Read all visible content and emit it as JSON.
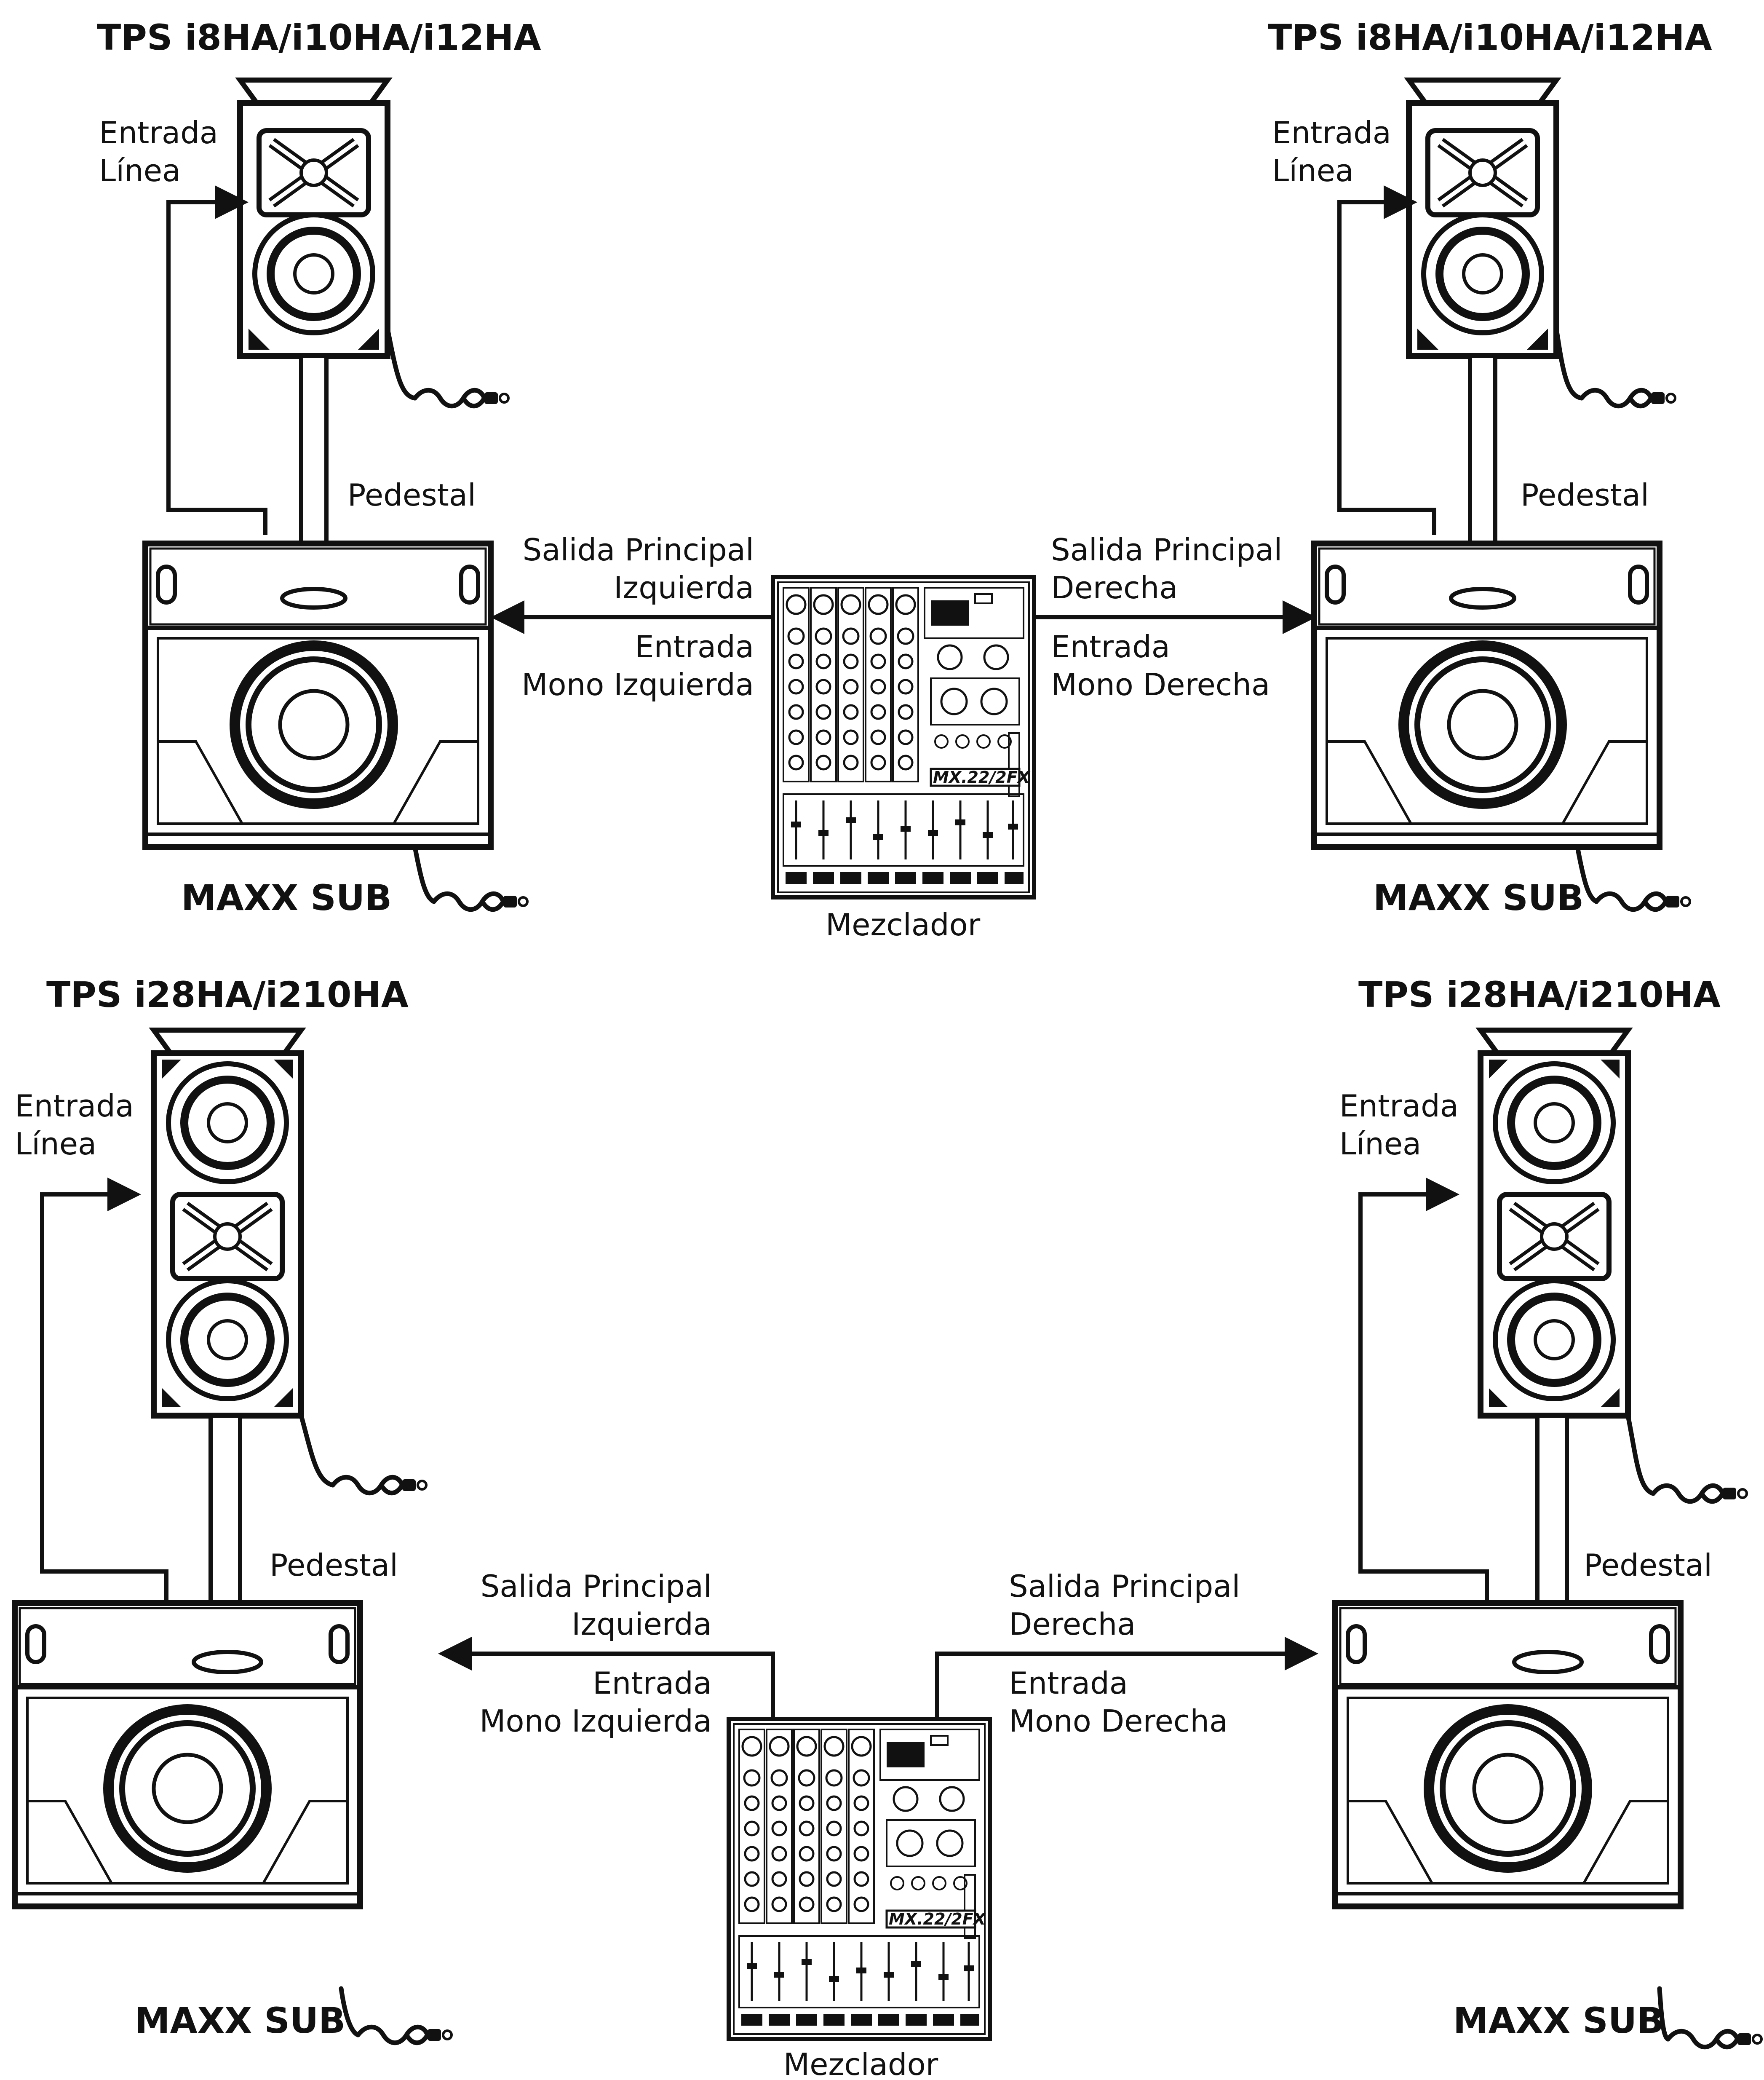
{
  "top": {
    "left": {
      "speaker_model": "TPS i8HA/i10HA/i12HA",
      "input_label": [
        "Entrada",
        "Línea"
      ],
      "stand_label": "Pedestal",
      "sub_label": "MAXX SUB",
      "output_label": [
        "Salida Principal",
        "Izquierda"
      ],
      "mono_label": [
        "Entrada",
        "Mono Izquierda"
      ]
    },
    "right": {
      "speaker_model": "TPS i8HA/i10HA/i12HA",
      "input_label": [
        "Entrada",
        "Línea"
      ],
      "stand_label": "Pedestal",
      "sub_label": "MAXX SUB",
      "output_label": [
        "Salida Principal",
        "Derecha"
      ],
      "mono_label": [
        "Entrada",
        "Mono Derecha"
      ]
    },
    "mixer": {
      "label": "Mezclador",
      "model_badge": "MX.22/2FX"
    }
  },
  "bottom": {
    "left": {
      "speaker_model": "TPS i28HA/i210HA",
      "input_label": [
        "Entrada",
        "Línea"
      ],
      "stand_label": "Pedestal",
      "sub_label": "MAXX SUB",
      "output_label": [
        "Salida Principal",
        "Izquierda"
      ],
      "mono_label": [
        "Entrada",
        "Mono Izquierda"
      ]
    },
    "right": {
      "speaker_model": "TPS i28HA/i210HA",
      "input_label": [
        "Entrada",
        "Línea"
      ],
      "stand_label": "Pedestal",
      "sub_label": "MAXX SUB",
      "output_label": [
        "Salida Principal",
        "Derecha"
      ],
      "mono_label": [
        "Entrada",
        "Mono Derecha"
      ]
    },
    "mixer": {
      "label": "Mezclador",
      "model_badge": "MX.22/2FX"
    }
  }
}
